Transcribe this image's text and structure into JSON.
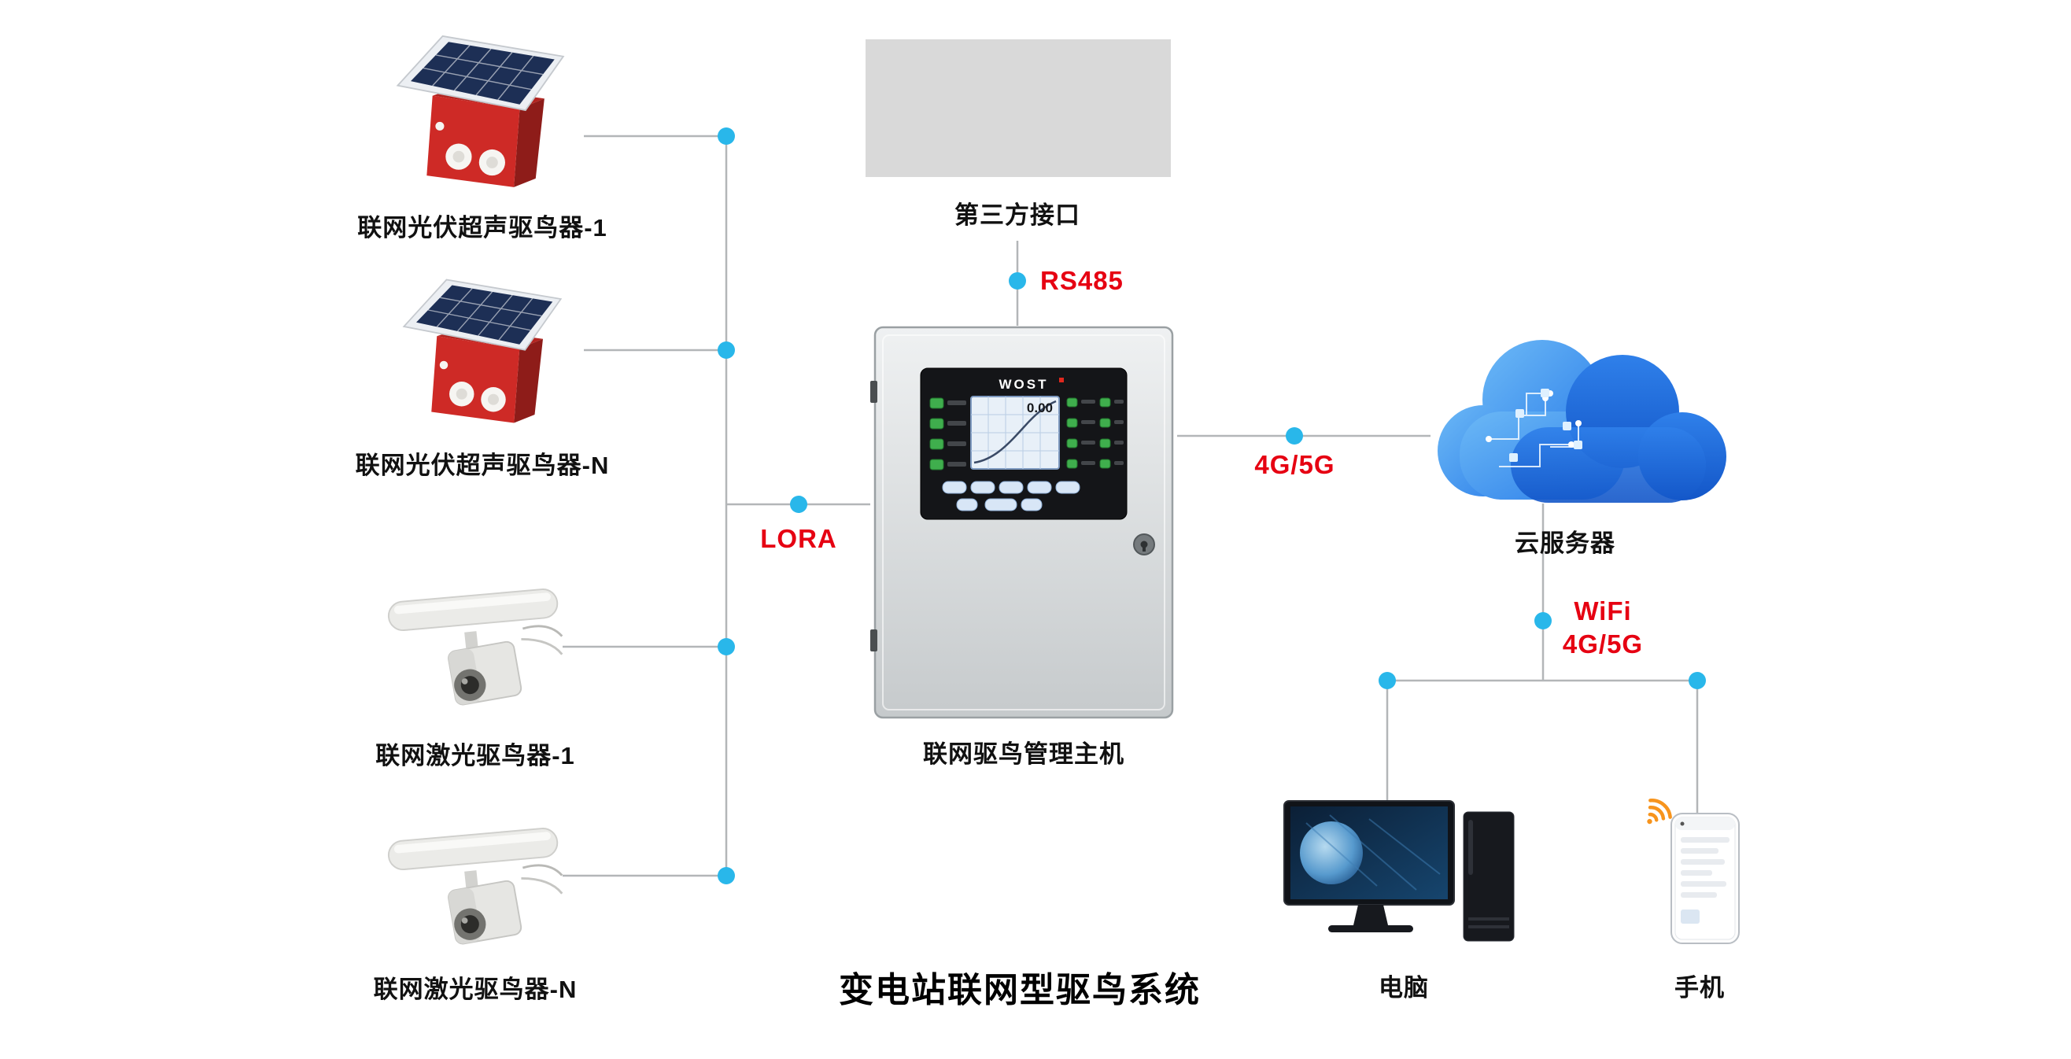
{
  "title": "变电站联网型驱鸟系统",
  "nodes": {
    "solar1": {
      "label": "联网光伏超声驱鸟器-1"
    },
    "solarN": {
      "label": "联网光伏超声驱鸟器-N"
    },
    "laser1": {
      "label": "联网激光驱鸟器-1"
    },
    "laserN": {
      "label": "联网激光驱鸟器-N"
    },
    "third_party": {
      "label": "第三方接口"
    },
    "host": {
      "label": "联网驱鸟管理主机",
      "brand": "WOST",
      "screen_value": "0.00"
    },
    "cloud": {
      "label": "云服务器"
    },
    "pc": {
      "label": "电脑"
    },
    "phone": {
      "label": "手机"
    }
  },
  "links": {
    "lora": {
      "label": "LORA"
    },
    "rs485": {
      "label": "RS485"
    },
    "cellular": {
      "label": "4G/5G"
    },
    "wifi": {
      "line1": "WiFi",
      "line2": "4G/5G"
    }
  },
  "colors": {
    "node_dot": "#29B7EA",
    "link_label": "#E60012",
    "wire": "#B3B6B8",
    "device_red": "#CE2A26",
    "panel_navy": "#1D2F55",
    "cloud_blue_light": "#66B6F5",
    "cloud_blue_dark": "#1356C8"
  }
}
